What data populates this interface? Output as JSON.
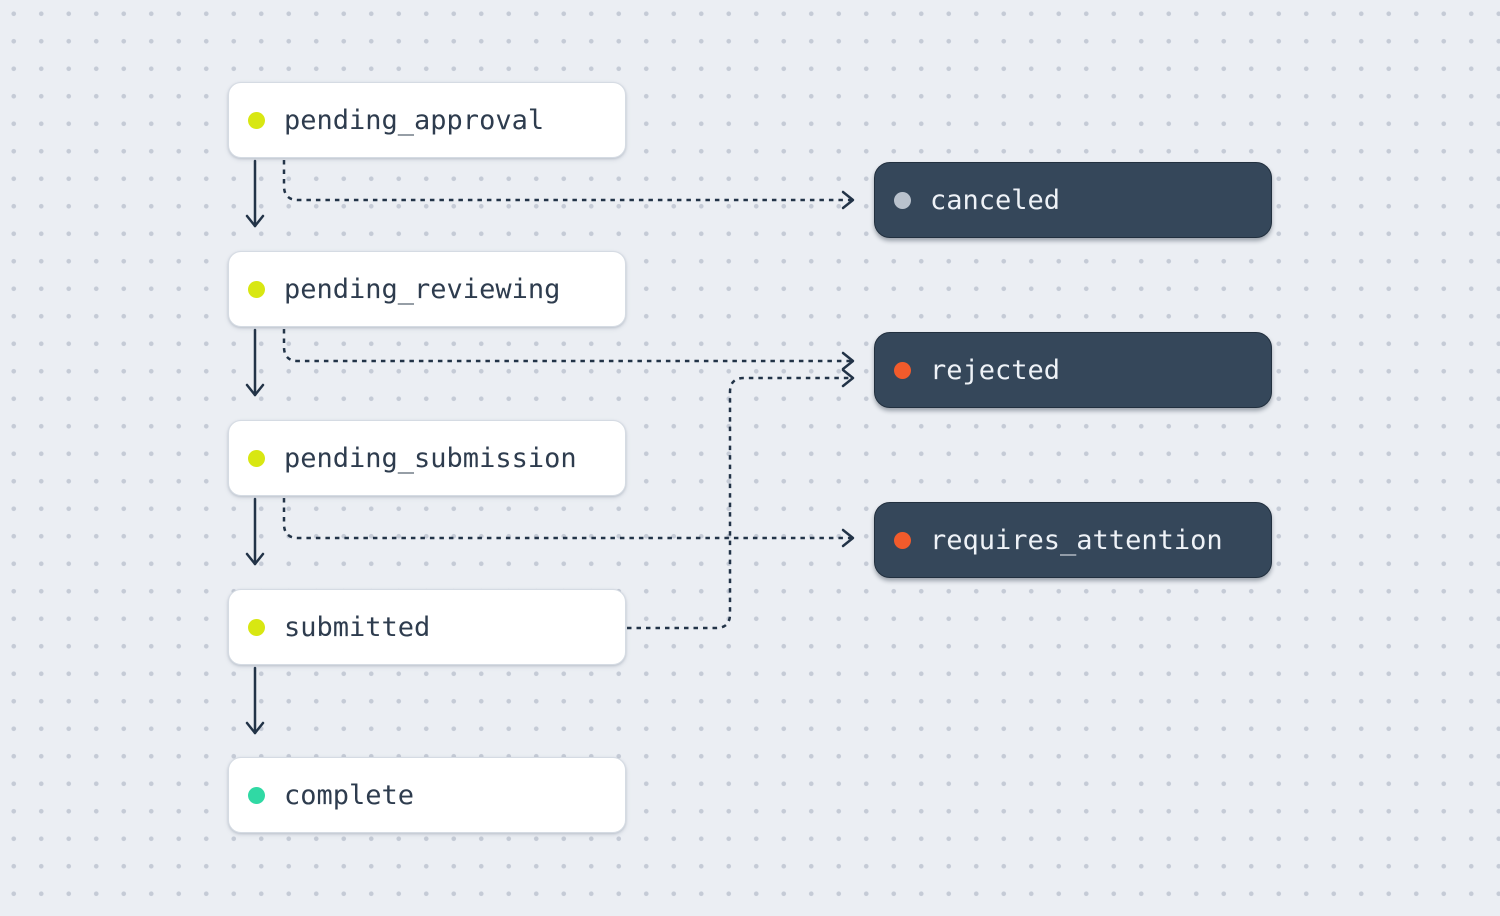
{
  "diagram": {
    "kind": "workflow-state-diagram",
    "background_color": "#ebeef3",
    "grid_dot_color": "#c5cbd6",
    "connector_color": "#223347",
    "nodes": [
      {
        "id": "pending_approval",
        "label": "pending_approval",
        "variant": "light",
        "dot_color": "#d8e712"
      },
      {
        "id": "pending_reviewing",
        "label": "pending_reviewing",
        "variant": "light",
        "dot_color": "#d8e712"
      },
      {
        "id": "pending_submission",
        "label": "pending_submission",
        "variant": "light",
        "dot_color": "#d8e712"
      },
      {
        "id": "submitted",
        "label": "submitted",
        "variant": "light",
        "dot_color": "#d8e712"
      },
      {
        "id": "complete",
        "label": "complete",
        "variant": "light",
        "dot_color": "#30d9a4"
      },
      {
        "id": "canceled",
        "label": "canceled",
        "variant": "dark",
        "dot_color": "#b9c2cd"
      },
      {
        "id": "rejected",
        "label": "rejected",
        "variant": "dark",
        "dot_color": "#f25b2b"
      },
      {
        "id": "requires_attention",
        "label": "requires_attention",
        "variant": "dark",
        "dot_color": "#f25b2b"
      }
    ],
    "transitions": [
      {
        "from": "pending_approval",
        "to": "pending_reviewing",
        "style": "solid"
      },
      {
        "from": "pending_approval",
        "to": "canceled",
        "style": "dashed"
      },
      {
        "from": "pending_reviewing",
        "to": "pending_submission",
        "style": "solid"
      },
      {
        "from": "pending_reviewing",
        "to": "rejected",
        "style": "dashed"
      },
      {
        "from": "pending_submission",
        "to": "submitted",
        "style": "solid"
      },
      {
        "from": "pending_submission",
        "to": "requires_attention",
        "style": "dashed"
      },
      {
        "from": "submitted",
        "to": "complete",
        "style": "solid"
      },
      {
        "from": "submitted",
        "to": "rejected",
        "style": "dashed"
      }
    ]
  }
}
